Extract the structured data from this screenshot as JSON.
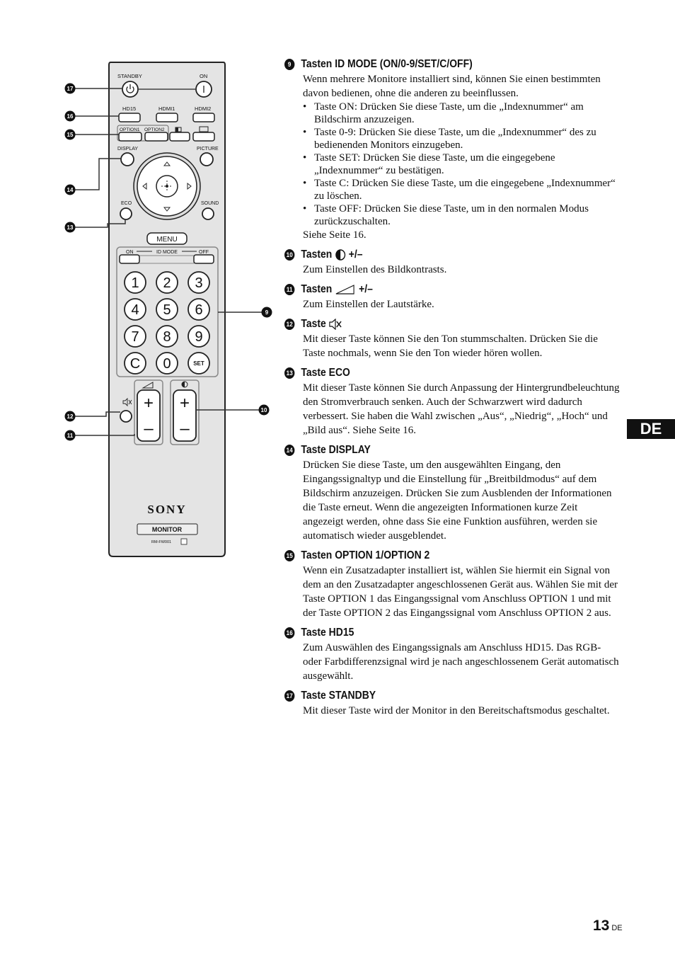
{
  "remote": {
    "labels": {
      "standby": "STANDBY",
      "on": "ON",
      "hd15": "HD15",
      "hdmi1": "HDMI1",
      "hdmi2": "HDMI2",
      "option1": "OPTION1",
      "option2": "OPTION2",
      "display": "DISPLAY",
      "picture": "PICTURE",
      "eco": "ECO",
      "sound": "SOUND",
      "menu": "MENU",
      "id_on": "ON",
      "id_mode": "ID MODE",
      "id_off": "OFF",
      "brand": "SONY",
      "monitor": "MONITOR",
      "model": "RM-FW001",
      "plus": "+",
      "minus": "–"
    },
    "keys": [
      "1",
      "2",
      "3",
      "4",
      "5",
      "6",
      "7",
      "8",
      "9",
      "C",
      "0",
      "SET"
    ],
    "callouts": [
      "17",
      "16",
      "15",
      "14",
      "13",
      "12",
      "11",
      "10",
      "9"
    ]
  },
  "sections": [
    {
      "num": "9",
      "title": "Tasten ID MODE (ON/0-9/SET/C/OFF)",
      "intro": "Wenn mehrere Monitore installiert sind, können Sie einen bestimmten davon bedienen, ohne die anderen zu beeinflussen.",
      "bullets": [
        "Taste ON: Drücken Sie diese Taste, um die „Indexnummer“ am Bildschirm anzuzeigen.",
        "Taste 0-9: Drücken Sie diese Taste, um die „Indexnummer“ des zu bedienenden Monitors einzugeben.",
        "Taste SET: Drücken Sie diese Taste, um die eingegebene „Indexnummer“ zu bestätigen.",
        "Taste C: Drücken Sie diese Taste, um die eingegebene „Indexnummer“ zu löschen.",
        "Taste OFF: Drücken Sie diese Taste, um in den normalen Modus zurückzuschalten."
      ],
      "outro": "Siehe Seite 16."
    },
    {
      "num": "10",
      "title": "Tasten",
      "suffix": "+/–",
      "text": "Zum Einstellen des Bildkontrasts."
    },
    {
      "num": "11",
      "title": "Tasten",
      "suffix": "+/–",
      "text": "Zum Einstellen der Lautstärke."
    },
    {
      "num": "12",
      "title": "Taste",
      "text": "Mit dieser Taste können Sie den Ton stummschalten. Drücken Sie die Taste nochmals, wenn Sie den Ton wieder hören wollen."
    },
    {
      "num": "13",
      "title": "Taste ECO",
      "text": "Mit dieser Taste können Sie durch Anpassung der Hintergrundbeleuchtung den Stromverbrauch senken. Auch der Schwarzwert wird dadurch verbessert. Sie haben die Wahl zwischen „Aus“, „Niedrig“, „Hoch“ und „Bild aus“. Siehe Seite 16."
    },
    {
      "num": "14",
      "title": "Taste DISPLAY",
      "text": "Drücken Sie diese Taste, um den ausgewählten Eingang, den Eingangssignaltyp und die Einstellung für „Breitbildmodus“ auf dem Bildschirm anzuzeigen. Drücken Sie zum Ausblenden der Informationen die Taste erneut. Wenn die angezeigten Informationen kurze Zeit angezeigt werden, ohne dass Sie eine Funktion ausführen, werden sie automatisch wieder ausgeblendet."
    },
    {
      "num": "15",
      "title": "Tasten OPTION 1/OPTION 2",
      "text": "Wenn ein Zusatzadapter installiert ist, wählen Sie hiermit ein Signal von dem an den Zusatzadapter angeschlossenen Gerät aus. Wählen Sie mit der Taste OPTION 1 das Eingangssignal vom Anschluss OPTION 1 und mit der Taste OPTION 2 das Eingangssignal vom Anschluss OPTION 2 aus."
    },
    {
      "num": "16",
      "title": "Taste HD15",
      "text": "Zum Auswählen des Eingangssignals am Anschluss HD15. Das RGB- oder Farbdifferenzsignal wird je nach angeschlossenem Gerät automatisch ausgewählt."
    },
    {
      "num": "17",
      "title": "Taste STANDBY",
      "text": "Mit dieser Taste wird der Monitor in den Bereitschaftsmodus geschaltet."
    }
  ],
  "tab": "DE",
  "page": {
    "number": "13",
    "suffix": "DE"
  }
}
